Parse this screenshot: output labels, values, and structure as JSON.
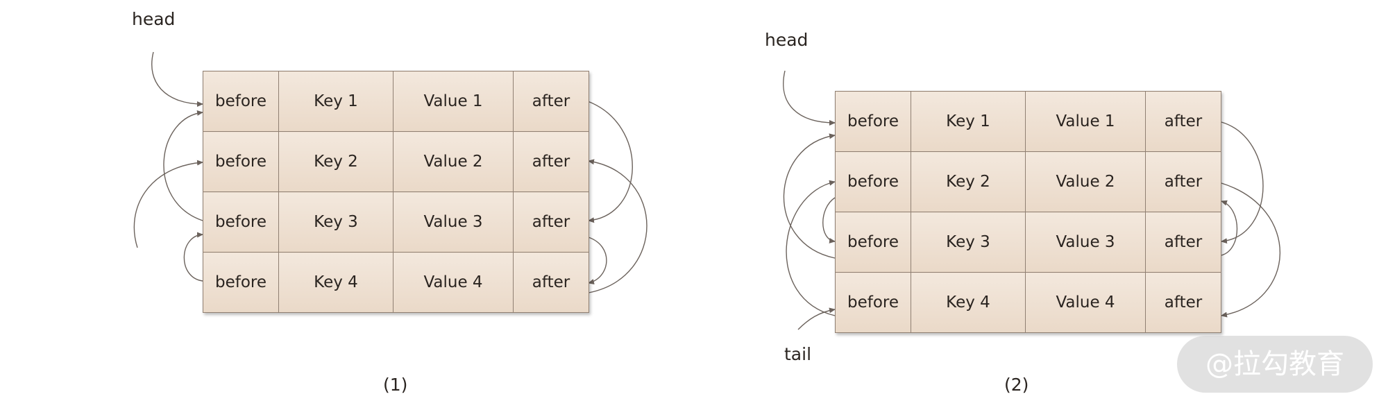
{
  "diagram1": {
    "head_label": "head",
    "caption": "(1)",
    "rows": [
      {
        "before": "before",
        "key": "Key 1",
        "value": "Value 1",
        "after": "after"
      },
      {
        "before": "before",
        "key": "Key 2",
        "value": "Value 2",
        "after": "after"
      },
      {
        "before": "before",
        "key": "Key 3",
        "value": "Value 3",
        "after": "after"
      },
      {
        "before": "before",
        "key": "Key 4",
        "value": "Value 4",
        "after": "after"
      }
    ]
  },
  "diagram2": {
    "head_label": "head",
    "tail_label": "tail",
    "caption": "(2)",
    "rows": [
      {
        "before": "before",
        "key": "Key 1",
        "value": "Value 1",
        "after": "after"
      },
      {
        "before": "before",
        "key": "Key 2",
        "value": "Value 2",
        "after": "after"
      },
      {
        "before": "before",
        "key": "Key 3",
        "value": "Value 3",
        "after": "after"
      },
      {
        "before": "before",
        "key": "Key 4",
        "value": "Value 4",
        "after": "after"
      }
    ]
  },
  "watermark": "@拉勾教育",
  "colors": {
    "cell": "#ecdccc",
    "border": "#8f7f72",
    "arrow": "#6b625c"
  }
}
